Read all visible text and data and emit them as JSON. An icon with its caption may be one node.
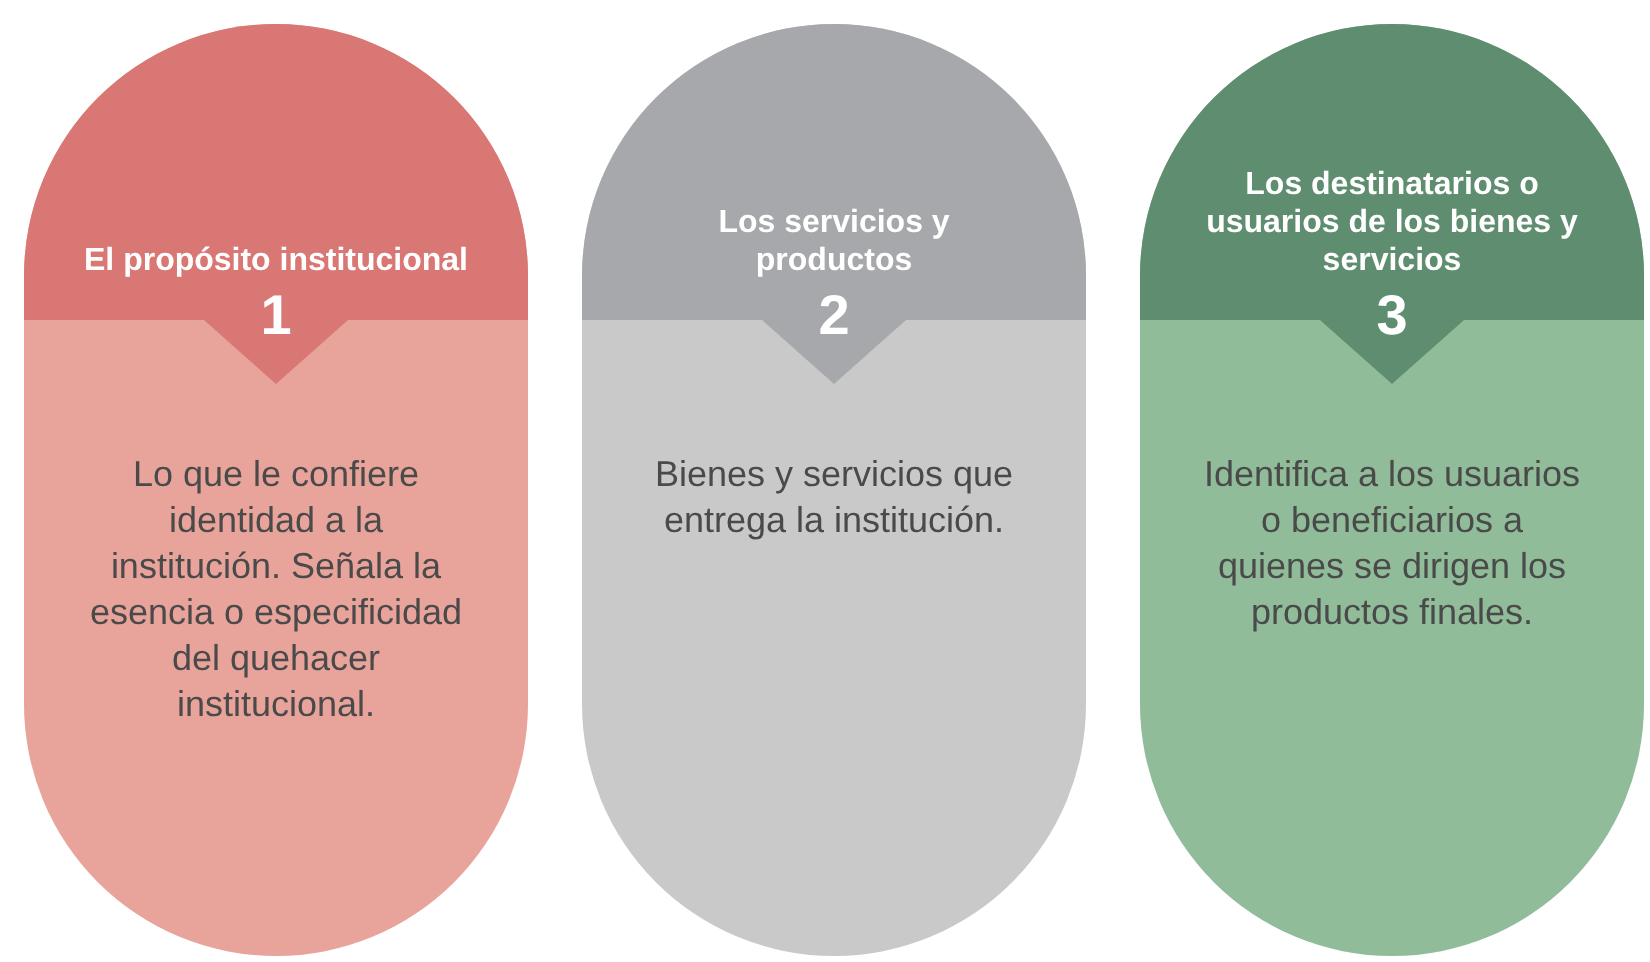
{
  "diagram": {
    "nodes": [
      {
        "text": [
          "El propósito institucional",
          "1",
          "Lo que le confiere identidad a la institución. Señala la esencia o especificidad del quehacer institucional."
        ]
      },
      {
        "text": [
          "Los servicios y productos",
          "2",
          "Bienes y servicios que entrega la institución."
        ]
      },
      {
        "text": [
          "Los destinatarios o usuarios de los bienes y servicios",
          "3",
          "Identifica a los usuarios o beneficiarios a quienes se dirigen los productos finales."
        ]
      }
    ]
  }
}
